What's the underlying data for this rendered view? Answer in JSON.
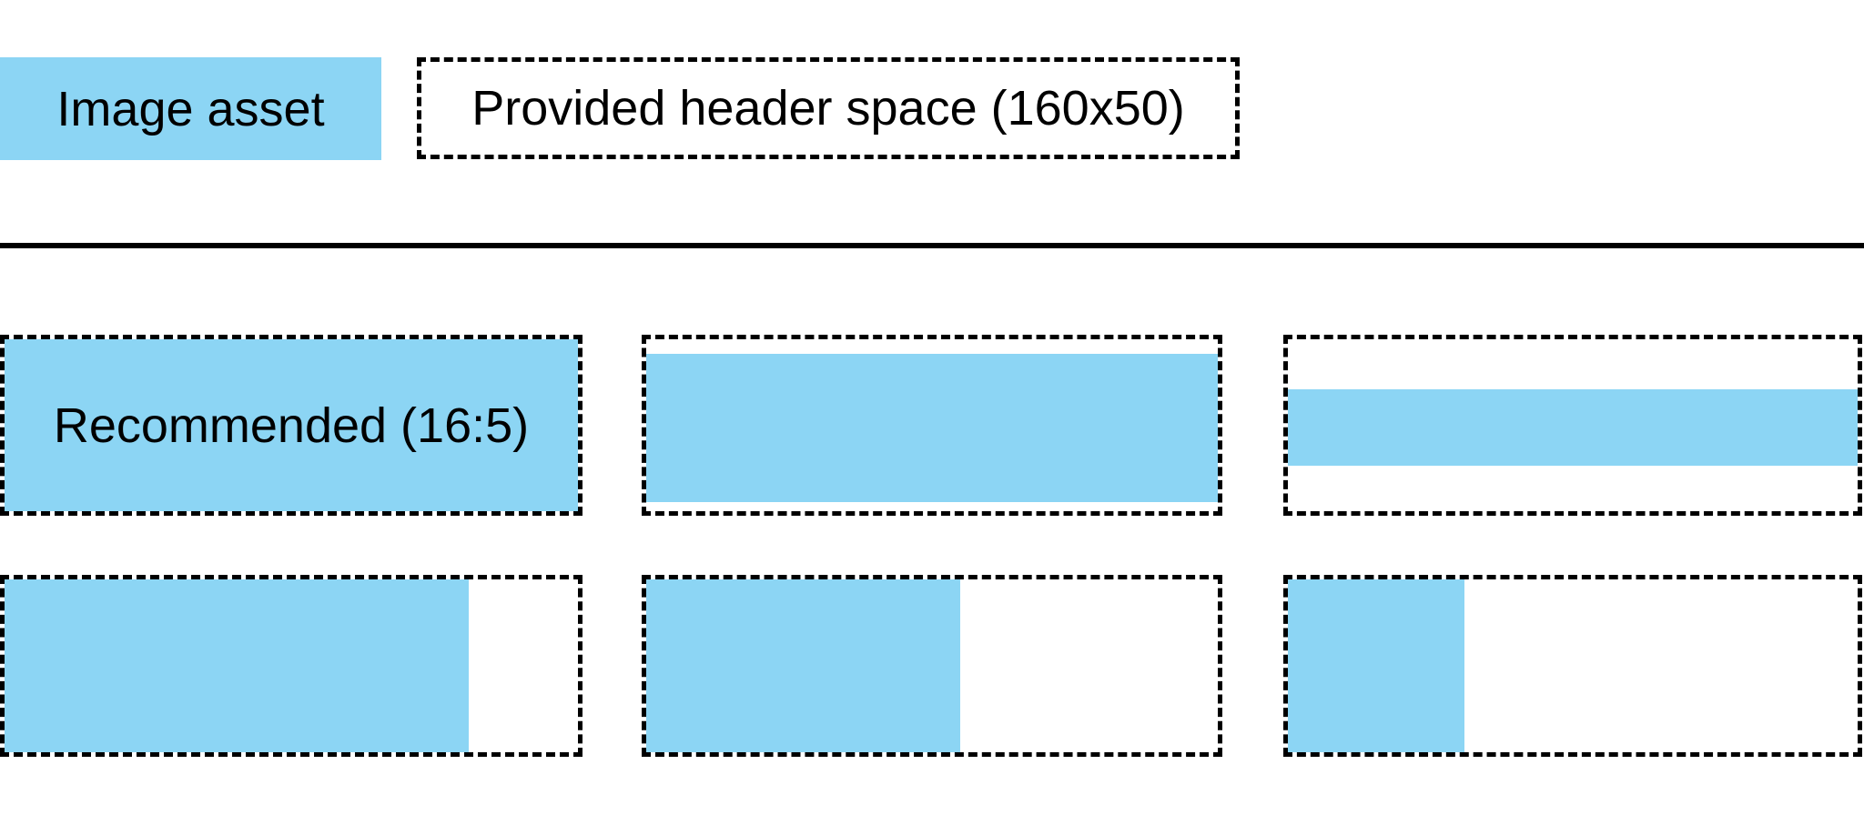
{
  "legend": {
    "image_asset_label": "Image asset",
    "header_space_label": "Provided header space (160x50)"
  },
  "examples": {
    "cells": [
      {
        "name": "recommended-16-5",
        "label": "Recommended (16:5)",
        "fill": {
          "left_pct": 0,
          "top_pct": 0,
          "width_pct": 100,
          "height_pct": 100
        }
      },
      {
        "name": "full-width-letterboxed",
        "label": "",
        "fill": {
          "left_pct": 0,
          "top_pct": 8.5,
          "width_pct": 100,
          "height_pct": 86
        }
      },
      {
        "name": "full-width-thin-strip",
        "label": "",
        "fill": {
          "left_pct": 0,
          "top_pct": 29,
          "width_pct": 100,
          "height_pct": 44.4
        }
      },
      {
        "name": "full-height-wide",
        "label": "",
        "fill": {
          "left_pct": 0,
          "top_pct": 0,
          "width_pct": 81,
          "height_pct": 100
        }
      },
      {
        "name": "full-height-medium",
        "label": "",
        "fill": {
          "left_pct": 0,
          "top_pct": 0,
          "width_pct": 55,
          "height_pct": 100
        }
      },
      {
        "name": "full-height-narrow",
        "label": "",
        "fill": {
          "left_pct": 0,
          "top_pct": 0,
          "width_pct": 31,
          "height_pct": 100
        }
      }
    ]
  },
  "colors": {
    "asset_blue": "#8CD5F4",
    "line_black": "#000000",
    "background": "#FFFFFF",
    "text": "#000000"
  }
}
